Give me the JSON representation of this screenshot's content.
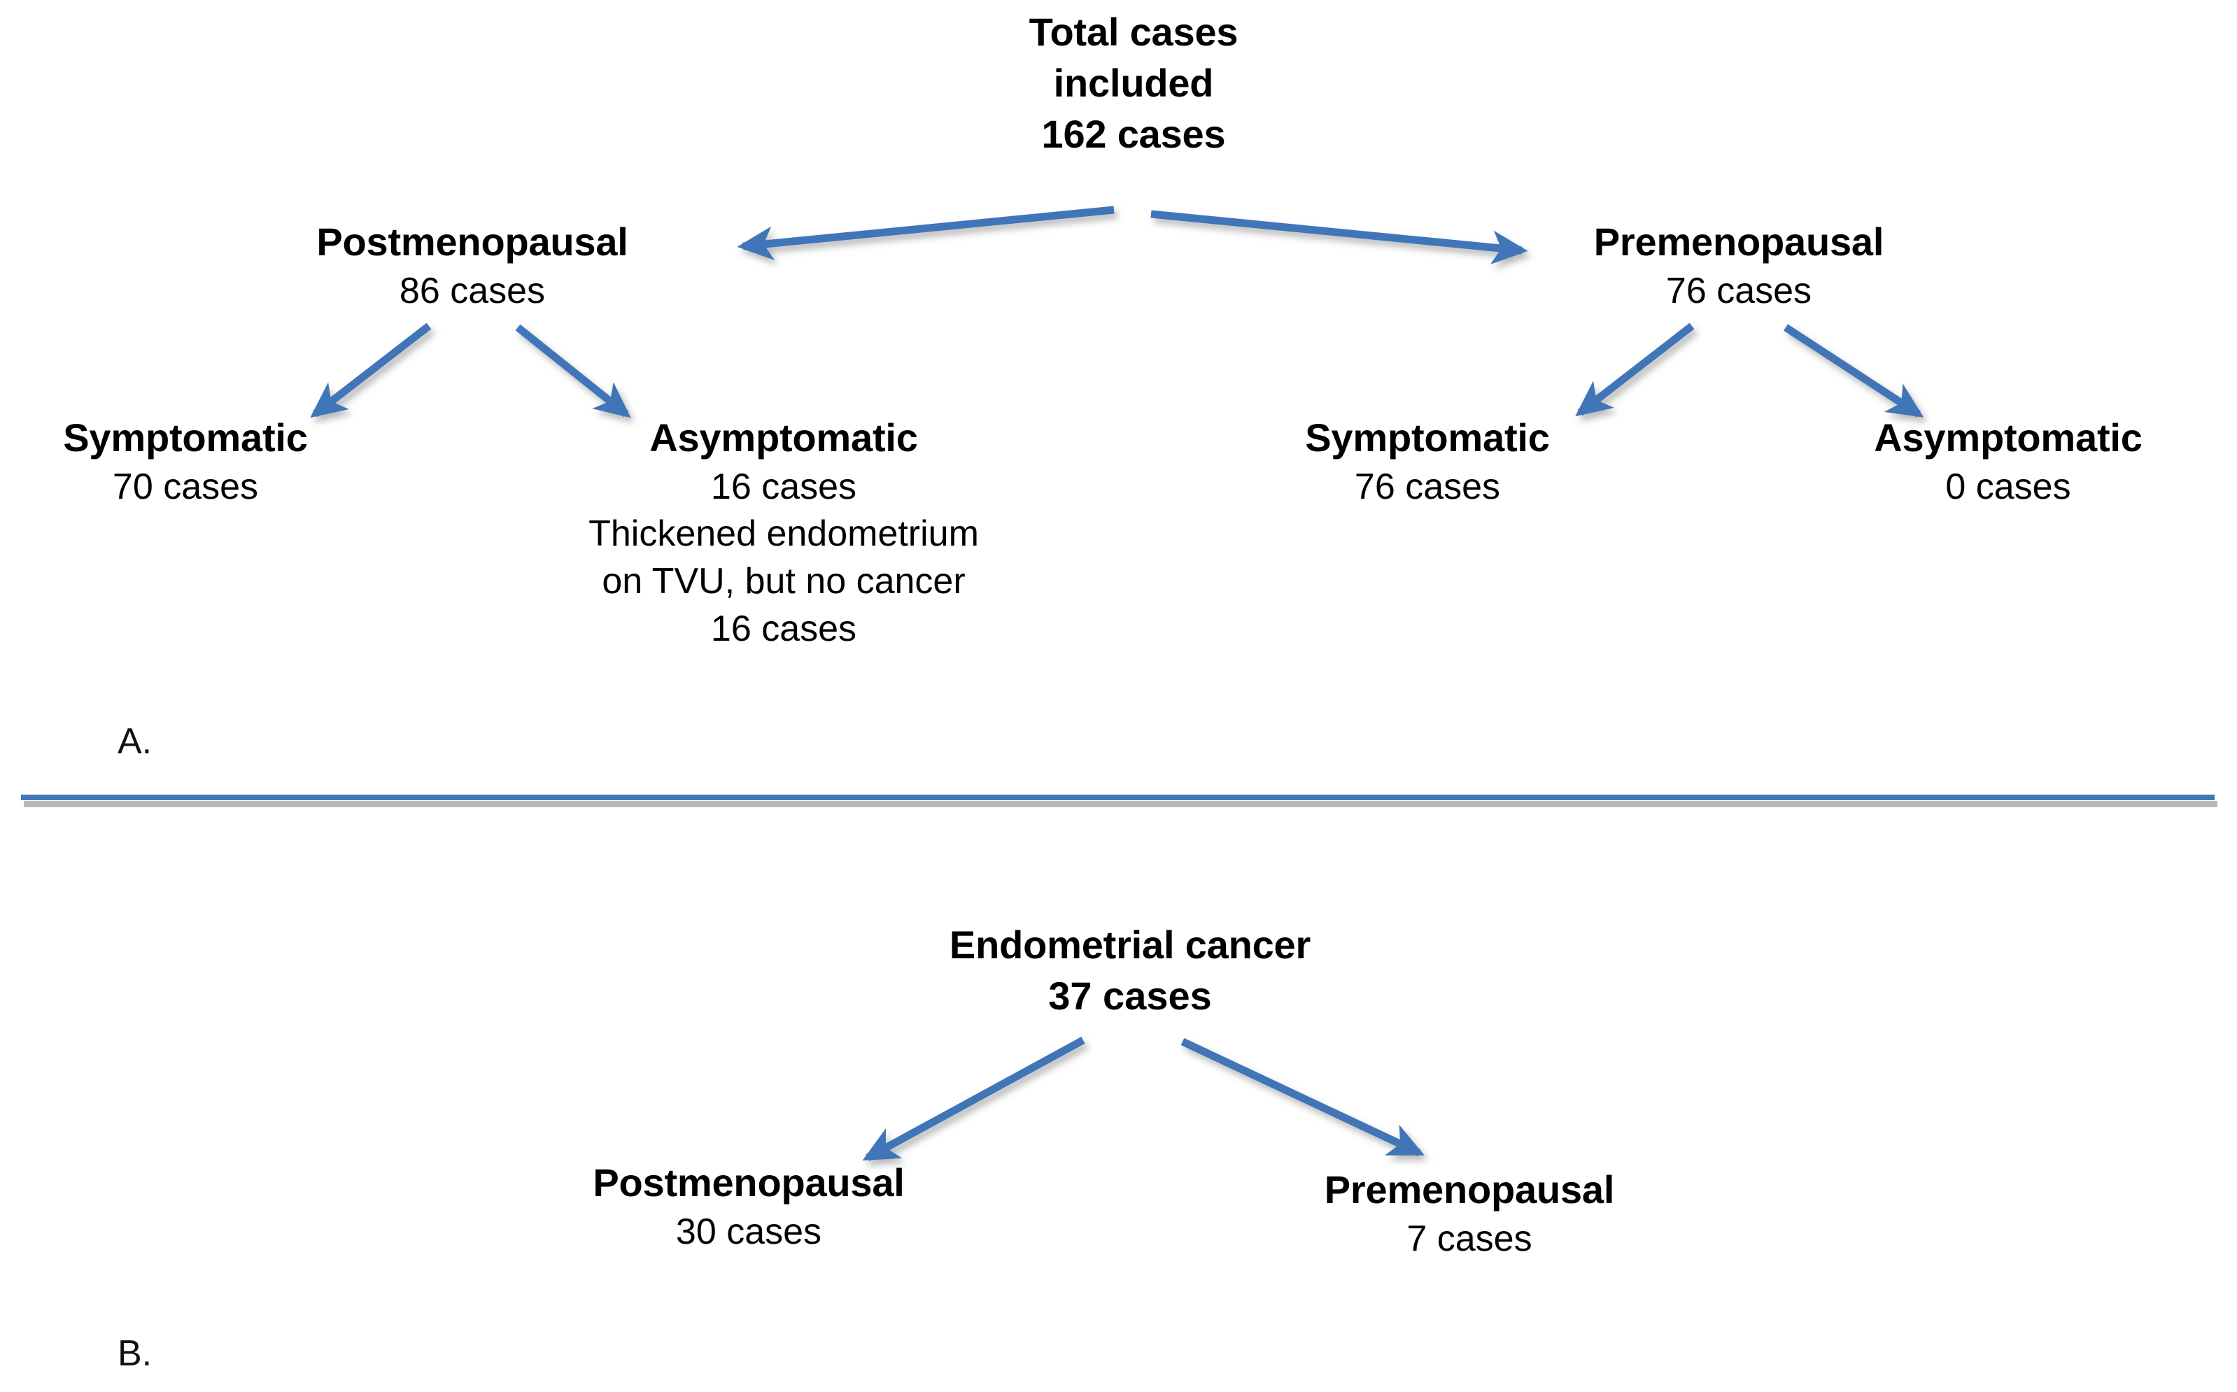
{
  "figure": {
    "panels": [
      {
        "label": "A.",
        "root": {
          "name": "total-cases",
          "lines": [
            "Total cases",
            "included",
            "162 cases"
          ],
          "bold": true
        },
        "level2": [
          {
            "name": "postmenopausal",
            "title": "Postmenopausal",
            "count": "86 cases"
          },
          {
            "name": "premenopausal",
            "title": "Premenopausal",
            "count": "76 cases"
          }
        ],
        "level3": [
          {
            "name": "postmenopausal-symptomatic",
            "title": "Symptomatic",
            "count": "70 cases",
            "note": []
          },
          {
            "name": "postmenopausal-asymptomatic",
            "title": "Asymptomatic",
            "count": "16 cases",
            "note": [
              "Thickened endometrium",
              "on TVU, but no cancer",
              "16 cases"
            ]
          },
          {
            "name": "premenopausal-symptomatic",
            "title": "Symptomatic",
            "count": "76 cases",
            "note": []
          },
          {
            "name": "premenopausal-asymptomatic",
            "title": "Asymptomatic",
            "count": "0 cases",
            "note": []
          }
        ]
      },
      {
        "label": "B.",
        "root": {
          "name": "endometrial-cancer",
          "lines": [
            "Endometrial cancer",
            "37 cases"
          ],
          "bold": true
        },
        "level2": [
          {
            "name": "cancer-postmenopausal",
            "title": "Postmenopausal",
            "count": "30 cases"
          },
          {
            "name": "cancer-premenopausal",
            "title": "Premenopausal",
            "count": "7 cases"
          }
        ]
      }
    ],
    "colors": {
      "arrow": "#4176b8",
      "divider": "#4176b8",
      "text": "#000000",
      "background": "#ffffff"
    }
  },
  "a": {
    "root_l1": "Total cases",
    "root_l2": "included",
    "root_l3": "162 cases",
    "post_title": "Postmenopausal",
    "post_count": "86 cases",
    "pre_title": "Premenopausal",
    "pre_count": "76 cases",
    "post_sym_title": "Symptomatic",
    "post_sym_count": "70 cases",
    "post_asym_title": "Asymptomatic",
    "post_asym_count": "16 cases",
    "post_asym_note1": "Thickened endometrium",
    "post_asym_note2": "on TVU, but no cancer",
    "post_asym_note3": "16 cases",
    "pre_sym_title": "Symptomatic",
    "pre_sym_count": "76 cases",
    "pre_asym_title": "Asymptomatic",
    "pre_asym_count": "0 cases",
    "label": "A."
  },
  "b": {
    "root_l1": "Endometrial cancer",
    "root_l2": "37 cases",
    "post_title": "Postmenopausal",
    "post_count": "30 cases",
    "pre_title": "Premenopausal",
    "pre_count": "7 cases",
    "label": "B."
  }
}
